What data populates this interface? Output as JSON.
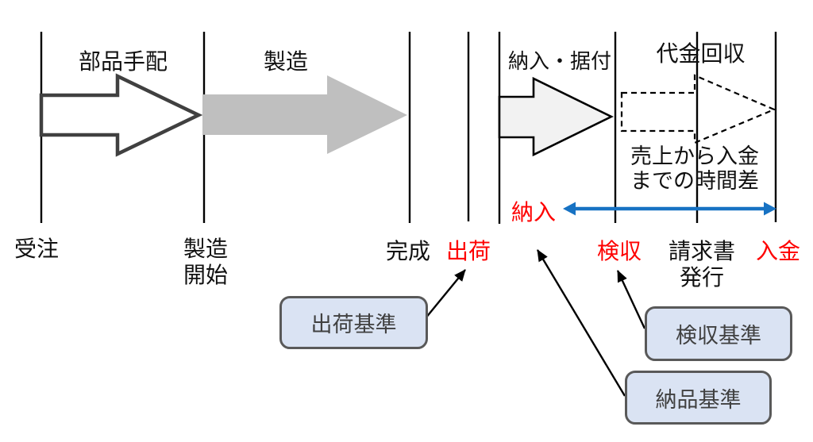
{
  "colors": {
    "red": "#FE0000",
    "blue": "#1772C3",
    "ink": "#111111",
    "gray_arrow": "#BFBFBF",
    "light_arrow": "#F2F2F2",
    "outline_dark": "#404040",
    "box_fill": "#DAE3F3",
    "box_border": "#595959",
    "box_text": "#404040"
  },
  "phases": [
    {
      "id": "parts-procurement",
      "label": "部品手配"
    },
    {
      "id": "manufacturing",
      "label": "製造"
    },
    {
      "id": "delivery-installation",
      "label": "納入・据付"
    },
    {
      "id": "payment-collection",
      "label": "代金回収"
    }
  ],
  "gap_note": {
    "line1": "売上から入金",
    "line2": "までの時間差"
  },
  "milestones": [
    {
      "id": "order-received",
      "label": "受注"
    },
    {
      "id": "manufacturing-start",
      "label": "製造",
      "label2": "開始"
    },
    {
      "id": "completion",
      "label": "完成"
    },
    {
      "id": "shipment",
      "label": "出荷"
    },
    {
      "id": "delivery",
      "label": "納入"
    },
    {
      "id": "inspection",
      "label": "検収"
    },
    {
      "id": "invoice-issue",
      "label": "請求書",
      "label2": "発行"
    },
    {
      "id": "payment-received",
      "label": "入金"
    }
  ],
  "criteria_boxes": [
    {
      "id": "shipment-basis",
      "label": "出荷基準"
    },
    {
      "id": "inspection-basis",
      "label": "検収基準"
    },
    {
      "id": "delivery-basis",
      "label": "納品基準"
    }
  ]
}
